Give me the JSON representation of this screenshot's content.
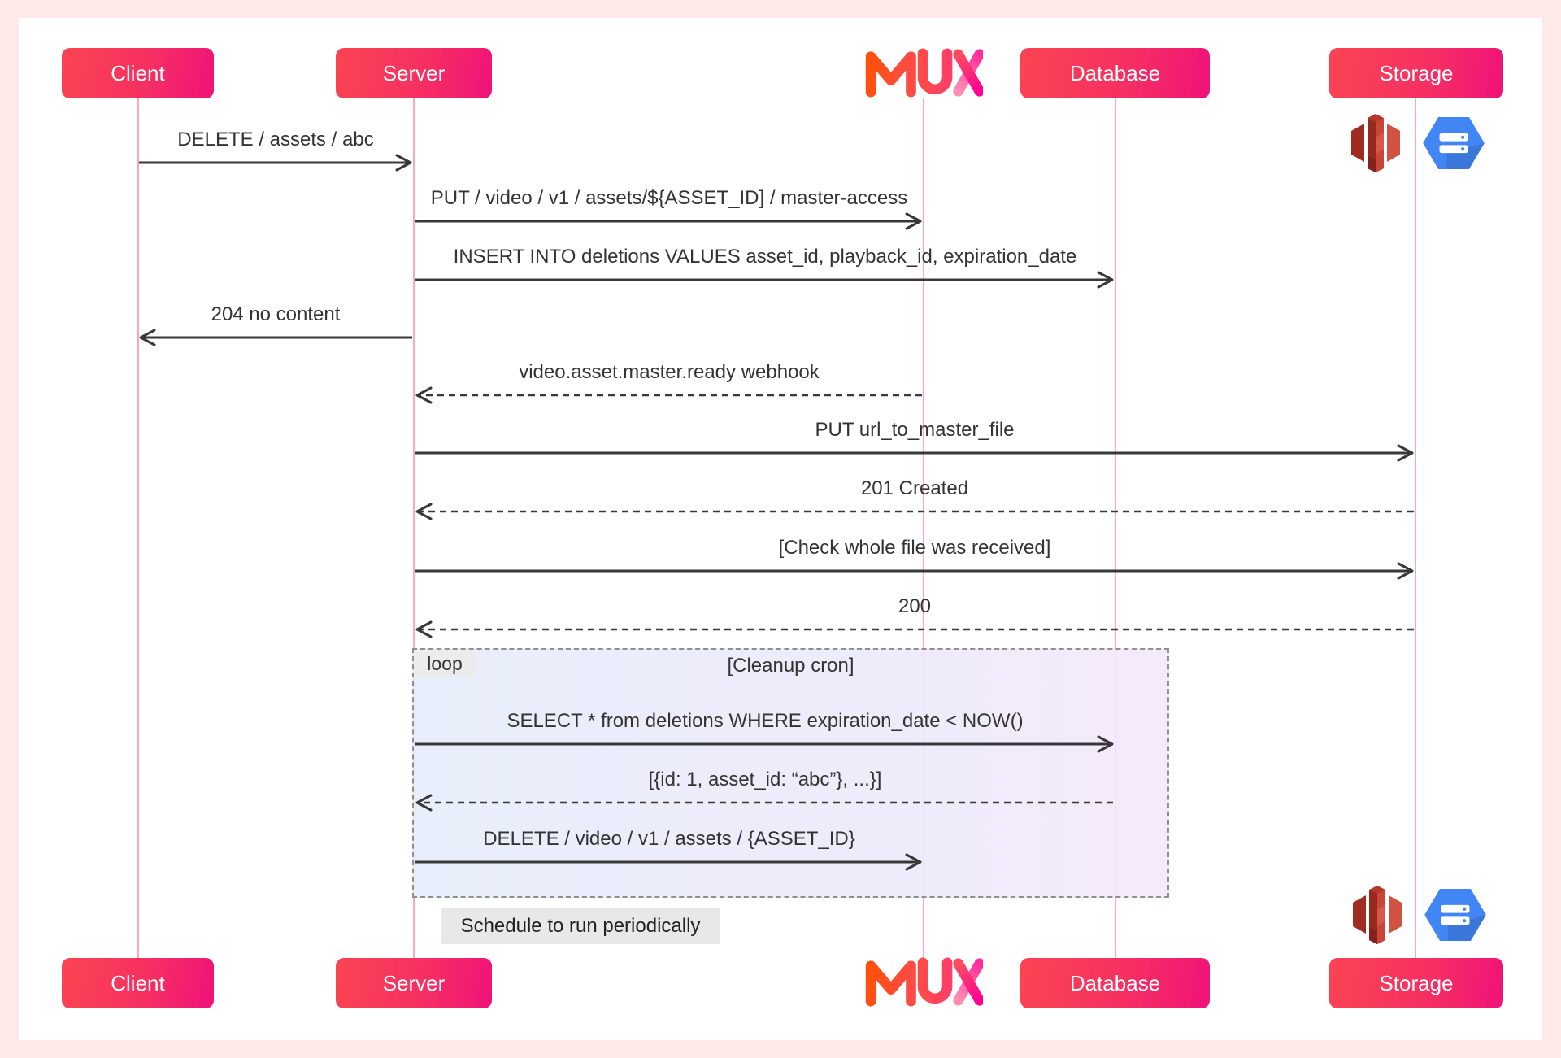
{
  "diagram": {
    "actors": [
      {
        "id": "client",
        "label": "Client",
        "type": "box"
      },
      {
        "id": "server",
        "label": "Server",
        "type": "box"
      },
      {
        "id": "mux",
        "label": "MUX",
        "type": "logo"
      },
      {
        "id": "database",
        "label": "Database",
        "type": "box"
      },
      {
        "id": "storage",
        "label": "Storage",
        "type": "box"
      }
    ],
    "messages": [
      {
        "label": "DELETE / assets / abc",
        "from": "client",
        "to": "server",
        "style": "solid"
      },
      {
        "label": "PUT / video / v1 / assets/${ASSET_ID] / master-access",
        "from": "server",
        "to": "mux",
        "style": "solid"
      },
      {
        "label": "INSERT INTO deletions VALUES asset_id, playback_id, expiration_date",
        "from": "server",
        "to": "database",
        "style": "solid"
      },
      {
        "label": "204 no content",
        "from": "server",
        "to": "client",
        "style": "solid"
      },
      {
        "label": "video.asset.master.ready webhook",
        "from": "mux",
        "to": "server",
        "style": "dashed"
      },
      {
        "label": "PUT url_to_master_file",
        "from": "server",
        "to": "storage",
        "style": "solid"
      },
      {
        "label": "201 Created",
        "from": "storage",
        "to": "server",
        "style": "dashed"
      },
      {
        "label": "[Check whole file was received]",
        "from": "server",
        "to": "storage",
        "style": "solid"
      },
      {
        "label": "200",
        "from": "storage",
        "to": "server",
        "style": "dashed"
      },
      {
        "label": "SELECT * from deletions WHERE expiration_date < NOW()",
        "from": "server",
        "to": "database",
        "style": "solid"
      },
      {
        "label": "[{id: 1, asset_id: “abc”}, ...}]",
        "from": "database",
        "to": "server",
        "style": "dashed"
      },
      {
        "label": "DELETE / video / v1 / assets / {ASSET_ID}",
        "from": "server",
        "to": "mux",
        "style": "solid"
      }
    ],
    "loop": {
      "tag": "loop",
      "title": "[Cleanup cron]"
    },
    "note": {
      "text": "Schedule to run periodically"
    },
    "icons": {
      "s3": "aws-s3-icon",
      "gcs": "google-cloud-storage-icon"
    },
    "colors": {
      "frame": "#ffe9e8",
      "canvas": "#ffffff",
      "actor_gradient_start": "#fb4452",
      "actor_gradient_end": "#f01279",
      "lifeline": "#ffa6c8",
      "arrow": "#383838",
      "label_text": "#333333",
      "loop_fill_left": "#e5ecfa",
      "loop_fill_right": "#f4e7fa",
      "loop_border": "#8f8f8f",
      "note_bg": "#e8e8e8",
      "mux_gradient_start": "#ff5010",
      "mux_gradient_end": "#ff0094",
      "s3_red": "#b5372b",
      "gcs_blue": "#4285f4"
    }
  }
}
